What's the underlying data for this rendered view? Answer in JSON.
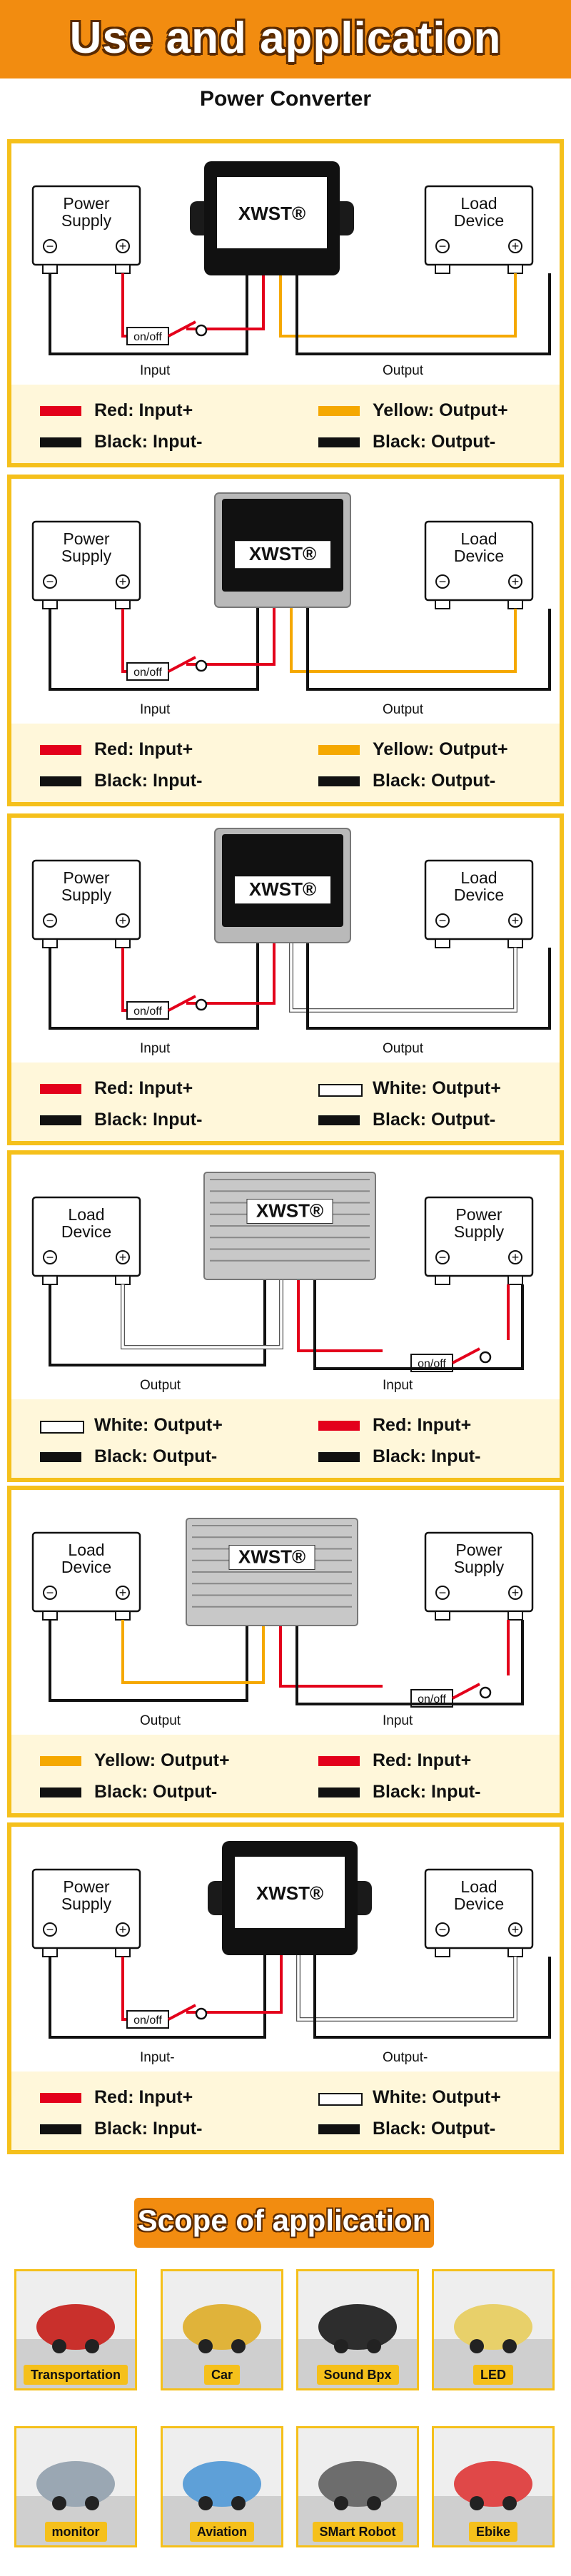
{
  "header": {
    "title": "Use and application",
    "subtitle": "Power Converter"
  },
  "diagram_labels": {
    "power_supply_line1": "Power",
    "power_supply_line2": "Supply",
    "load_device_line1": "Load",
    "load_device_line2": "Device",
    "switch": "on/off",
    "brand": "XWST"
  },
  "colors": {
    "accent": "#f28c10",
    "border": "#f5c01b",
    "red": "#e3001b",
    "yellow": "#f5a800",
    "black": "#111111",
    "white": "#ffffff",
    "legend_bg": "#fff7da"
  },
  "panels": [
    {
      "input_label": "Input",
      "output_label": "Output",
      "legend": [
        {
          "color": "red",
          "text": "Red: Input+"
        },
        {
          "color": "yellow",
          "text": "Yellow: Output+"
        },
        {
          "color": "black",
          "text": "Black: Input-"
        },
        {
          "color": "black",
          "text": "Black: Output-"
        }
      ]
    },
    {
      "input_label": "Input",
      "output_label": "Output",
      "legend": [
        {
          "color": "red",
          "text": "Red: Input+"
        },
        {
          "color": "yellow",
          "text": "Yellow: Output+"
        },
        {
          "color": "black",
          "text": "Black: Input-"
        },
        {
          "color": "black",
          "text": "Black: Output-"
        }
      ]
    },
    {
      "input_label": "Input",
      "output_label": "Output",
      "legend": [
        {
          "color": "red",
          "text": "Red: Input+"
        },
        {
          "color": "white",
          "text": "White: Output+"
        },
        {
          "color": "black",
          "text": "Black: Input-"
        },
        {
          "color": "black",
          "text": "Black: Output-"
        }
      ]
    },
    {
      "input_label": "Input",
      "output_label": "Output",
      "legend": [
        {
          "color": "white",
          "text": "White: Output+"
        },
        {
          "color": "red",
          "text": "Red: Input+"
        },
        {
          "color": "black",
          "text": "Black: Output-"
        },
        {
          "color": "black",
          "text": "Black: Input-"
        }
      ]
    },
    {
      "input_label": "Input",
      "output_label": "Output",
      "legend": [
        {
          "color": "yellow",
          "text": "Yellow: Output+"
        },
        {
          "color": "red",
          "text": "Red: Input+"
        },
        {
          "color": "black",
          "text": "Black: Output-"
        },
        {
          "color": "black",
          "text": "Black: Input-"
        }
      ]
    },
    {
      "input_label": "Input-",
      "output_label": "Output-",
      "legend": [
        {
          "color": "red",
          "text": "Red: Input+"
        },
        {
          "color": "white",
          "text": "White: Output+"
        },
        {
          "color": "black",
          "text": "Black: Input-"
        },
        {
          "color": "black",
          "text": "Black: Output-"
        }
      ]
    }
  ],
  "scope": {
    "title": "Scope of application",
    "items": [
      "Transportation",
      "Car",
      "Sound Bpx",
      "LED",
      "monitor",
      "Aviation",
      "SMart Robot",
      "Ebike"
    ]
  }
}
